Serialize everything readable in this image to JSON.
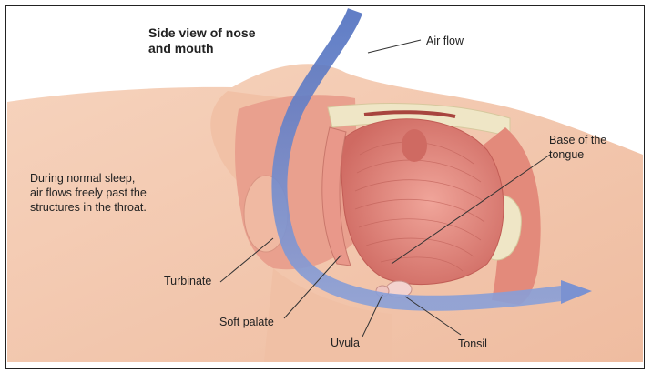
{
  "diagram": {
    "title": "Side view of nose\nand mouth",
    "note": "During normal sleep,\nair flows freely past the\nstructures in the throat.",
    "labels": {
      "air_flow": "Air flow",
      "base_of_tongue": "Base of the\ntongue",
      "turbinate": "Turbinate",
      "soft_palate": "Soft palate",
      "uvula": "Uvula",
      "tonsil": "Tonsil"
    },
    "colors": {
      "skin": "#f3c9ae",
      "tissue": "#e48d7d",
      "tongue": "#d9776e",
      "airway_arrow": "#6f86c9",
      "bone": "#efe6c6"
    }
  }
}
